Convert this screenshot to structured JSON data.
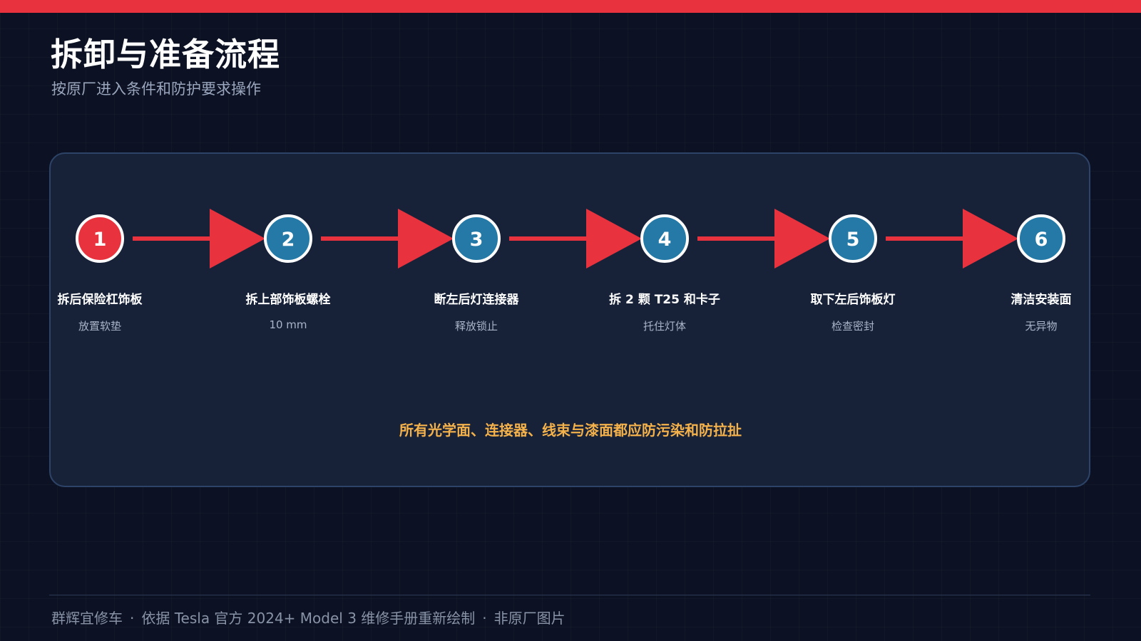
{
  "header": {
    "title": "拆卸与准备流程",
    "subtitle": "按原厂进入条件和防护要求操作"
  },
  "colors": {
    "accent_red": "#e8333f",
    "step_blue": "#2479a6",
    "warning_amber": "#f5b24b"
  },
  "steps": [
    {
      "number": "1",
      "label": "拆后保险杠饰板",
      "note": "放置软垫",
      "state": "active"
    },
    {
      "number": "2",
      "label": "拆上部饰板螺栓",
      "note": "10 mm",
      "state": "pending"
    },
    {
      "number": "3",
      "label": "断左后灯连接器",
      "note": "释放锁止",
      "state": "pending"
    },
    {
      "number": "4",
      "label": "拆 2 颗 T25 和卡子",
      "note": "托住灯体",
      "state": "pending"
    },
    {
      "number": "5",
      "label": "取下左后饰板灯",
      "note": "检查密封",
      "state": "pending"
    },
    {
      "number": "6",
      "label": "清洁安装面",
      "note": "无异物",
      "state": "pending"
    }
  ],
  "warning": "所有光学面、连接器、线束与漆面都应防污染和防拉扯",
  "footer": {
    "brand": "群辉宜修车",
    "source": "依据 Tesla 官方 2024+ Model 3 维修手册重新绘制",
    "disclaimer": "非原厂图片",
    "separator": "·"
  }
}
